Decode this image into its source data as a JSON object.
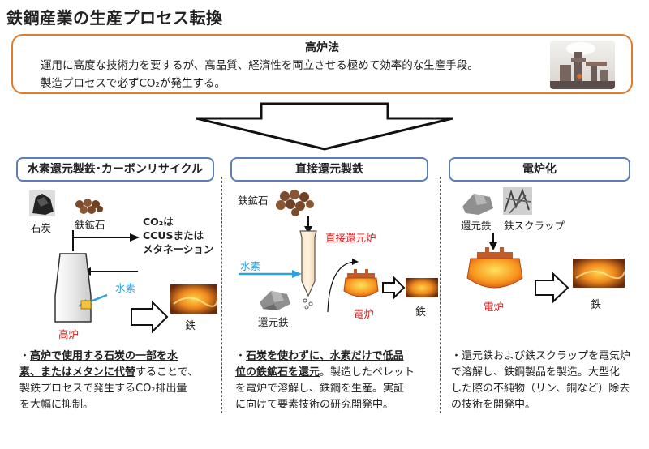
{
  "title": "鉄鋼産業の生産プロセス転換",
  "top": {
    "heading": "高炉法",
    "line1": "運用に高度な技術力を要するが、高品質、経済性を両立させる極めて効率的な生産手段。",
    "line2": "製造プロセスで必ずCO₂が発生する。"
  },
  "columns": [
    {
      "header": "水素還元製鉄･カーボンリサイクル",
      "labels": {
        "coal": "石炭",
        "ore": "鉄鉱石",
        "co2_1": "CO₂は",
        "co2_2": "CCUSまたは",
        "co2_3": "メタネーション",
        "hydrogen": "水素",
        "furnace": "高炉",
        "iron": "鉄"
      },
      "desc": {
        "p1": "・",
        "b1": "高炉で使用する石炭の一部を水",
        "b2": "素、またはメタンに代替",
        "t2": "することで、",
        "l3": "製鉄プロセスで発生するCO₂排出量",
        "l4": "を大幅に抑制。"
      }
    },
    {
      "header": "直接還元製鉄",
      "labels": {
        "ore": "鉄鉱石",
        "drf": "直接還元炉",
        "hydrogen": "水素",
        "reduced": "還元鉄",
        "eaf": "電炉",
        "iron": "鉄"
      },
      "desc": {
        "p1": "・",
        "b1": "石炭を使わずに、水素だけで低品",
        "b2": "位の鉄鉱石を還元",
        "t2": "。製造したペレット",
        "l3": "を電炉で溶解し、鉄鋼を生産。実証",
        "l4": "に向けて要素技術の研究開発中。"
      }
    },
    {
      "header": "電炉化",
      "labels": {
        "reduced": "還元鉄",
        "scrap": "鉄スクラップ",
        "eaf": "電炉",
        "iron": "鉄"
      },
      "desc": {
        "l1": "・還元鉄および鉄スクラップを電気炉",
        "l2": "で溶解し、鉄鋼製品を製造。大型化",
        "l3": "した際の不純物（リン、銅など）除去",
        "l4": "の技術を開発中。"
      }
    }
  ]
}
